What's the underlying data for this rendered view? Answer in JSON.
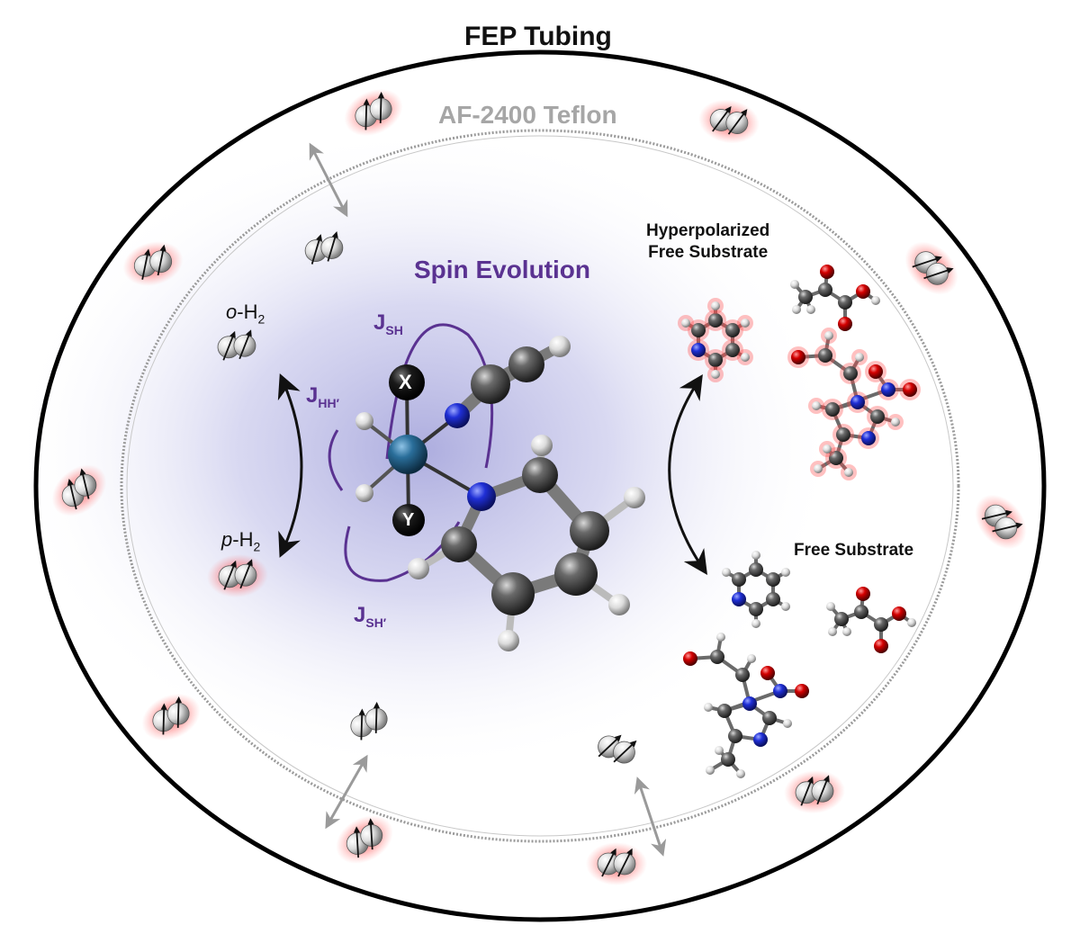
{
  "labels": {
    "fep_tubing": "FEP Tubing",
    "teflon": "AF-2400 Teflon",
    "spin_evolution": "Spin Evolution",
    "hyperpolarized_line1": "Hyperpolarized",
    "hyperpolarized_line2": "Free Substrate",
    "free_substrate": "Free Substrate",
    "ortho_prefix": "o",
    "para_prefix": "p",
    "h2_suffix": "-H",
    "h2_subscript": "2",
    "j_symbol": "J",
    "j_sh_sub": "SH",
    "j_hh_sub": "HH′",
    "j_sh_prime_sub": "SH′",
    "atom_x": "X",
    "atom_y": "Y"
  },
  "colors": {
    "outer_ring": "#000000",
    "inner_ring": "#9a9a9a",
    "spin_purple": "#5a3291",
    "hyper_glow": "#ff2a2a",
    "iridium": "#2a6e9a",
    "nitrogen": "#1f2fd6",
    "oxygen": "#d40000",
    "carbon": "#4a4a4a",
    "hydrogen": "#e8e8e8",
    "background_glow": "#b4b4e2"
  }
}
